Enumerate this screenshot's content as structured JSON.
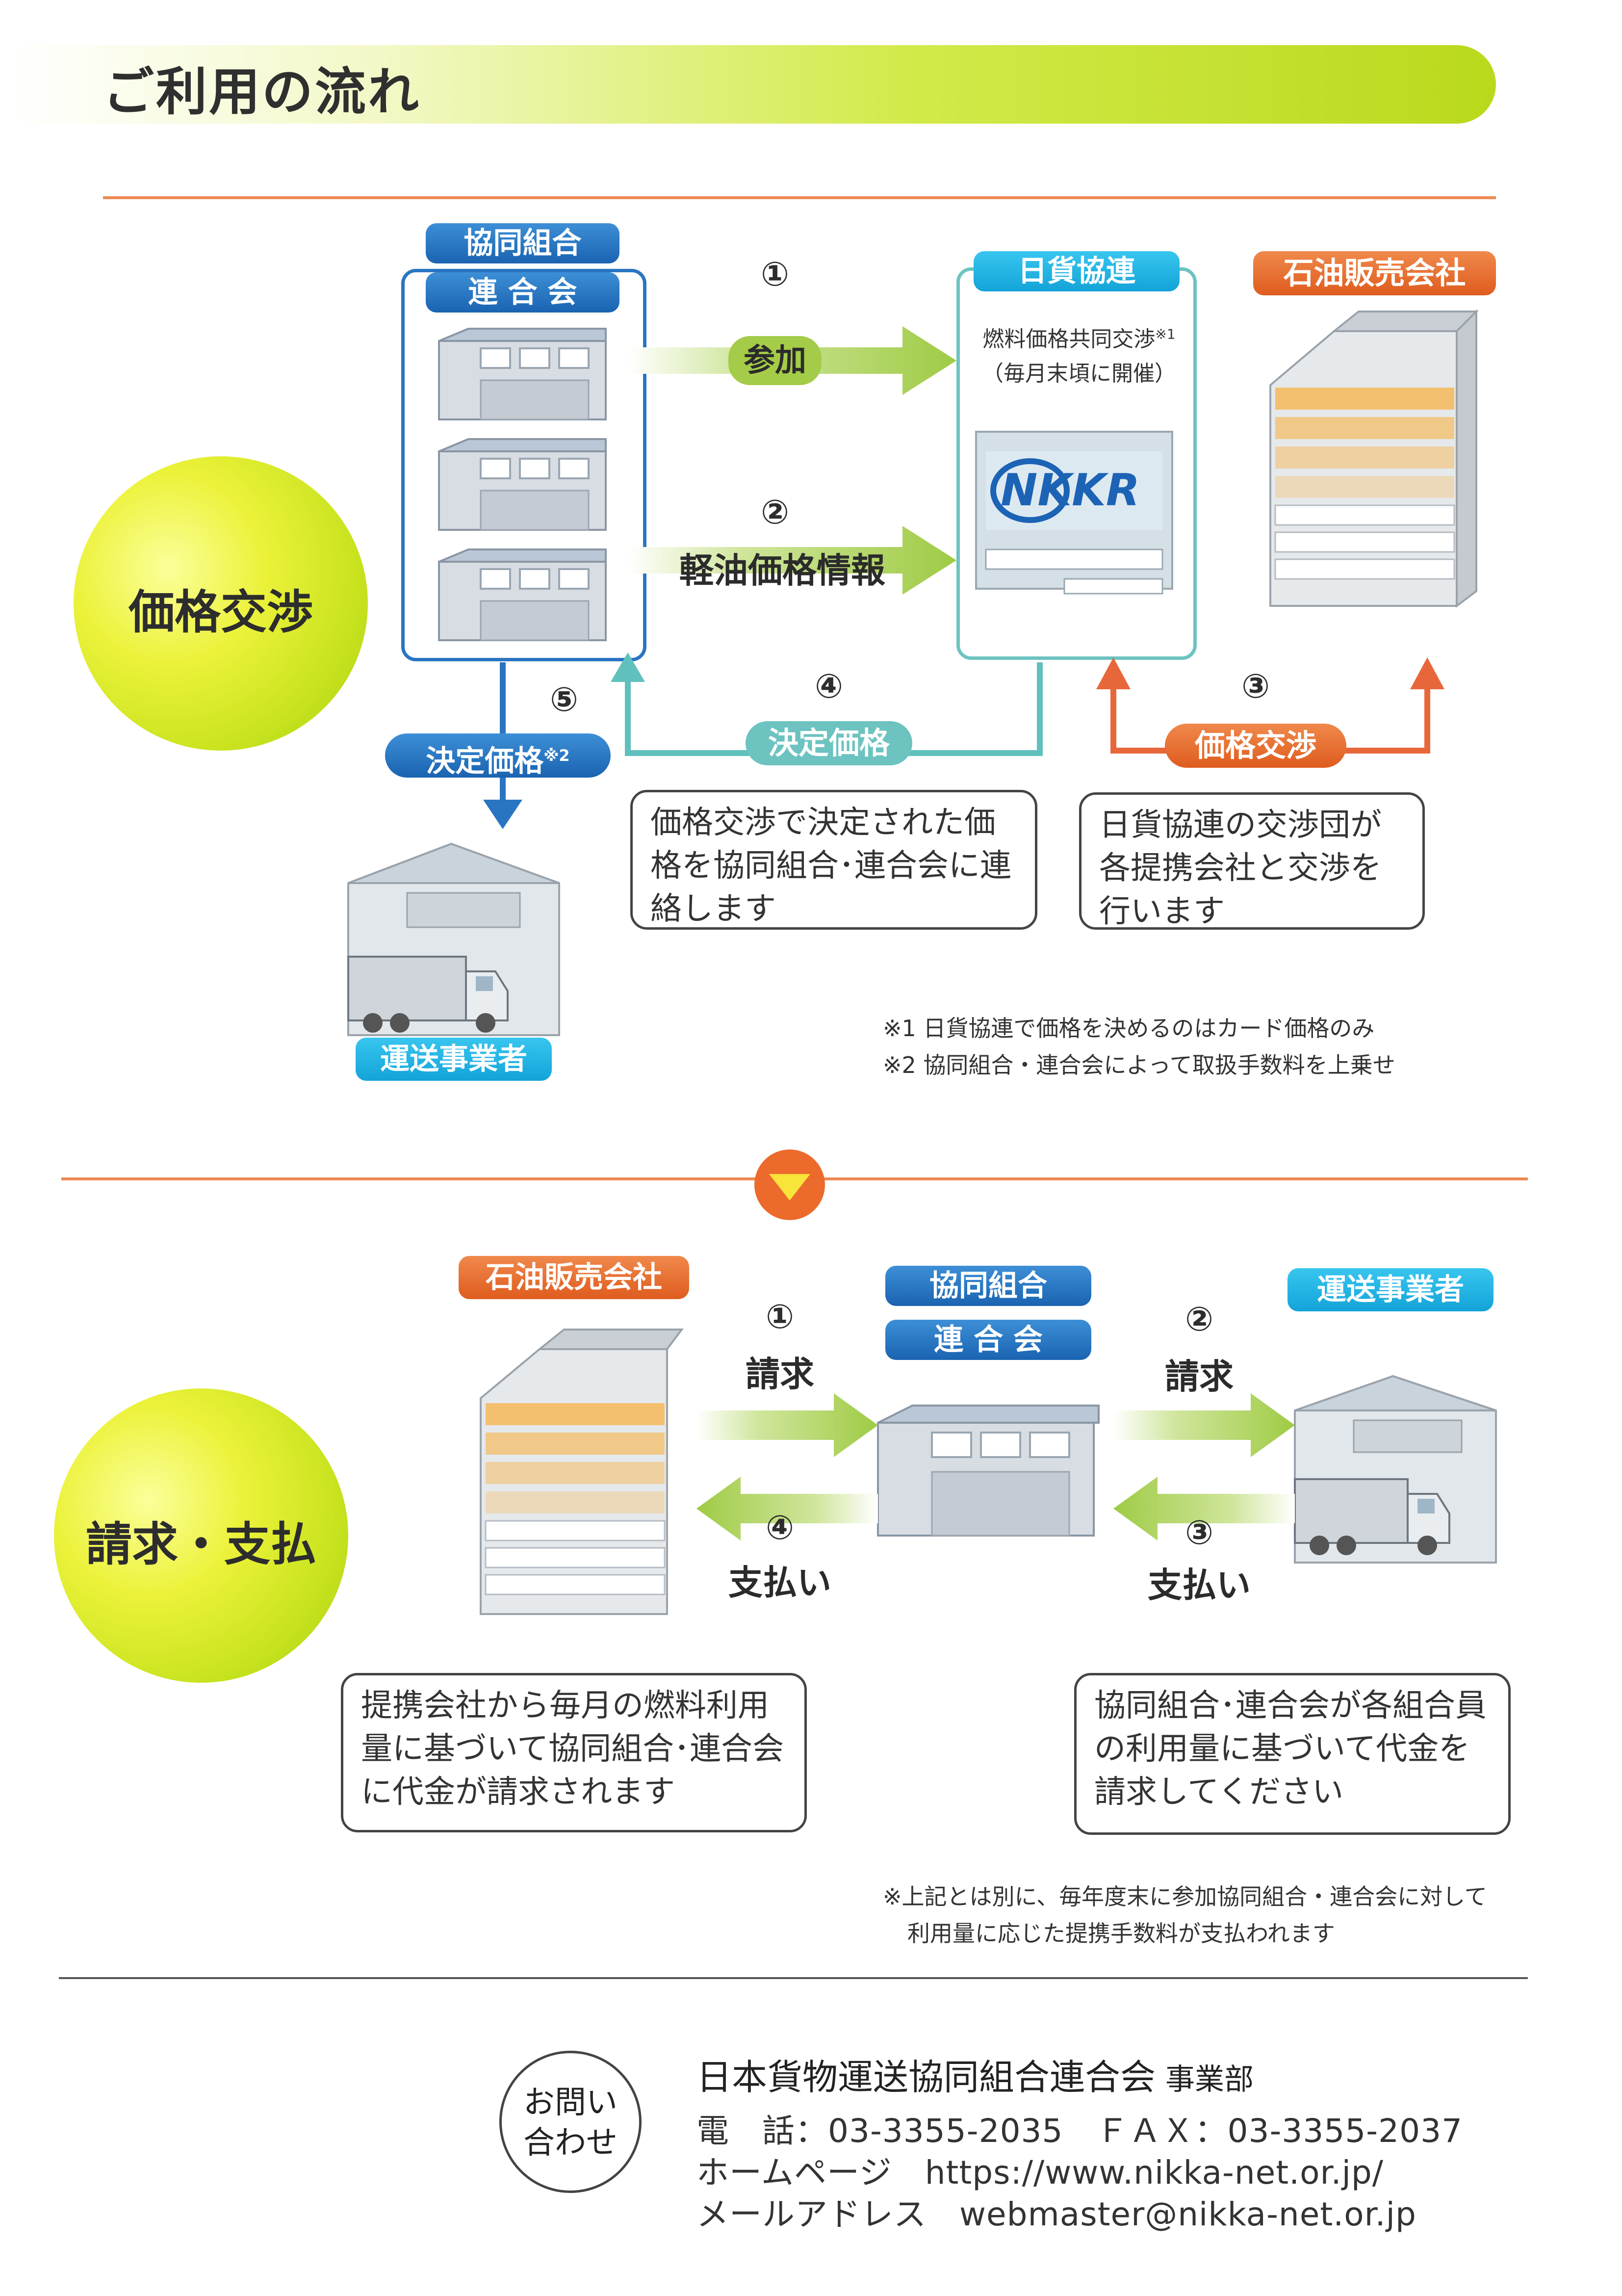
{
  "header": {
    "title": "ご利用の流れ"
  },
  "section1": {
    "circle_label": "価格交渉",
    "left_box": {
      "tag1": "協同組合",
      "tag2": "連 合 会"
    },
    "center_box": {
      "tag": "日貨協連",
      "line1": "燃料価格共同交渉",
      "line1_sup": "※1",
      "line2": "（毎月末頃に開催）"
    },
    "right_tag": "石油販売会社",
    "step1": {
      "num": "①",
      "label": "参加"
    },
    "step2": {
      "num": "②",
      "label": "軽油価格情報"
    },
    "step3": {
      "num": "③",
      "label": "価格交渉"
    },
    "step4": {
      "num": "④",
      "label": "決定価格"
    },
    "step5": {
      "num": "⑤",
      "label": "決定価格",
      "sup": "※2"
    },
    "note_left": "価格交渉で決定された価格を協同組合･連合会に連絡します",
    "note_right": "日貨協連の交渉団が各提携会社と交渉を行います",
    "trucker_tag": "運送事業者",
    "footnote1": "※1 日貨協連で価格を決めるのはカード価格のみ",
    "footnote2": "※2 協同組合・連合会によって取扱手数料を上乗せ"
  },
  "section2": {
    "circle_label": "請求・支払",
    "left_tag": "石油販売会社",
    "center_tag1": "協同組合",
    "center_tag2": "連 合 会",
    "right_tag": "運送事業者",
    "step1": {
      "num": "①",
      "label": "請求"
    },
    "step2": {
      "num": "②",
      "label": "請求"
    },
    "step3": {
      "num": "③",
      "label": "支払い"
    },
    "step4": {
      "num": "④",
      "label": "支払い"
    },
    "note_left": "提携会社から毎月の燃料利用量に基づいて協同組合･連合会に代金が請求されます",
    "note_right": "協同組合･連合会が各組合員の利用量に基づいて代金を請求してください",
    "footnote_line1": "※上記とは別に、毎年度末に参加協同組合・連合会に対して",
    "footnote_line2": "利用量に応じた提携手数料が支払われます"
  },
  "contact": {
    "badge_line1": "お問い",
    "badge_line2": "合わせ",
    "org": "日本貨物運送協同組合連合会",
    "dept": "事業部",
    "phone_line": "電　話：03-3355-2035　ＦＡＸ：03-3355-2037",
    "homepage_line": "ホームページ　https://www.nikka-net.or.jp/",
    "mail_line": "メールアドレス　webmaster@nikka-net.or.jp"
  },
  "colors": {
    "accent_orange": "#e9622a",
    "accent_blue": "#1d68b5",
    "accent_cyan": "#1aa7dc",
    "arrow_green": "#a6cf4d",
    "banner_green": "#c2de2b"
  }
}
